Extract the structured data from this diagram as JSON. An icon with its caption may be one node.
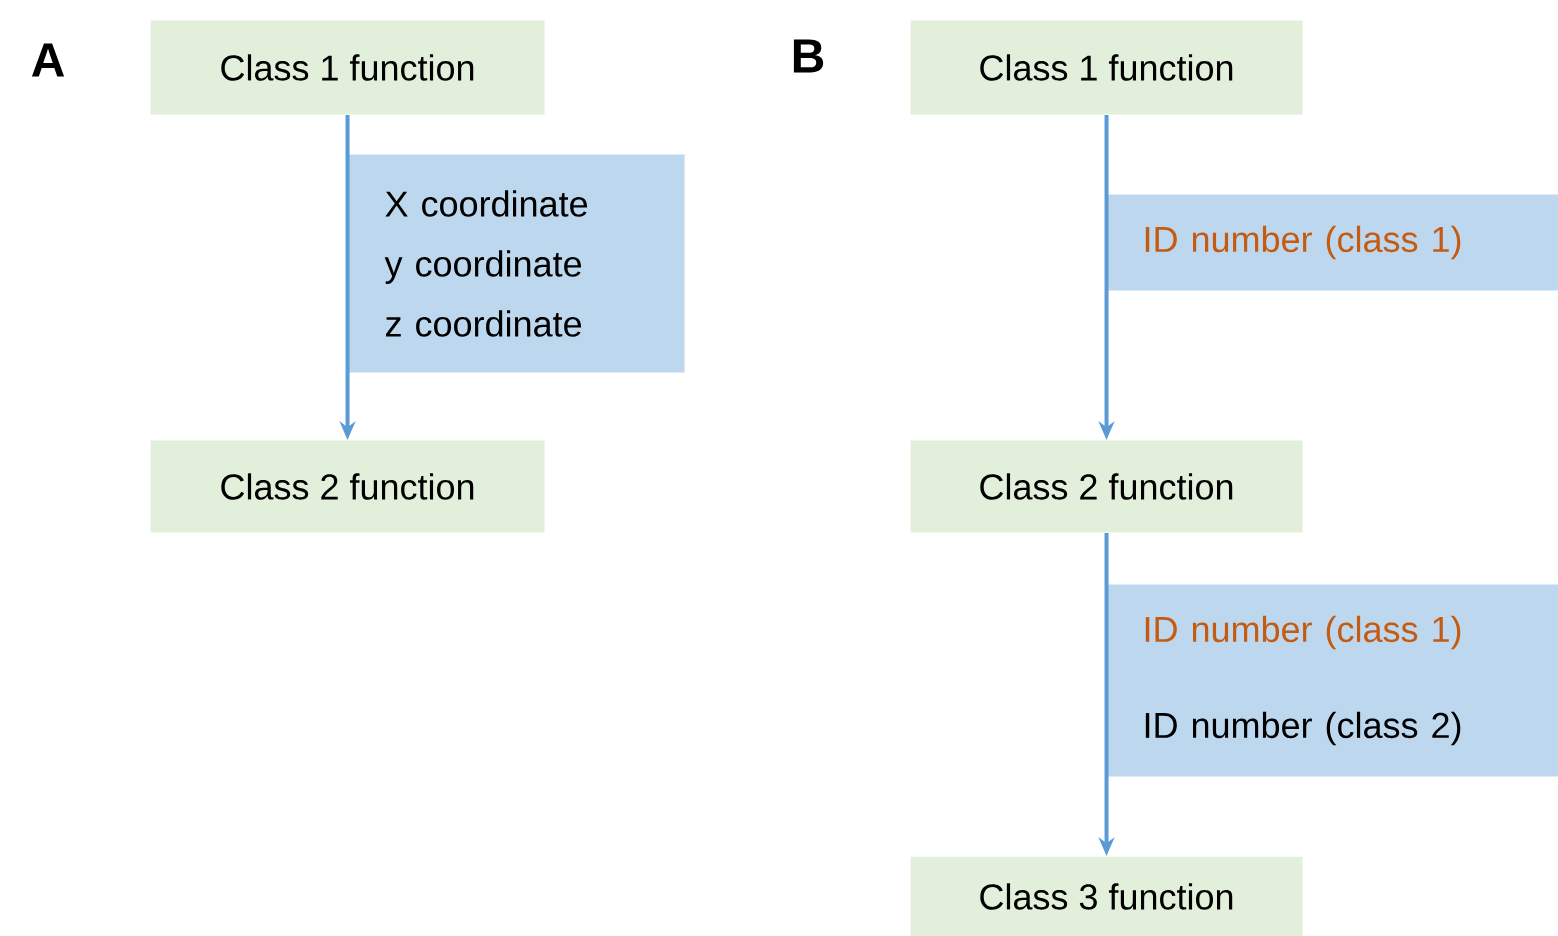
{
  "diagram": {
    "nodes": [
      {
        "text": [
          "Class 1 function"
        ]
      },
      {
        "text": [
          "X coordinate",
          "y coordinate",
          "z coordinate"
        ]
      },
      {
        "text": [
          "Class 2 function"
        ]
      },
      {
        "text": [
          "Class 1 function"
        ]
      },
      {
        "text": [
          "ID number (class 1)"
        ]
      },
      {
        "text": [
          "Class 2 function"
        ]
      },
      {
        "text": [
          "ID number (class 1)",
          "ID number (class 2)"
        ]
      },
      {
        "text": [
          "Class 3 function"
        ]
      }
    ],
    "edges": [
      {
        "from": 0,
        "to": 2,
        "arrow": "to"
      },
      {
        "from": 3,
        "to": 5,
        "arrow": "to"
      },
      {
        "from": 5,
        "to": 7,
        "arrow": "to"
      }
    ],
    "labels": [
      "A",
      "B"
    ]
  }
}
